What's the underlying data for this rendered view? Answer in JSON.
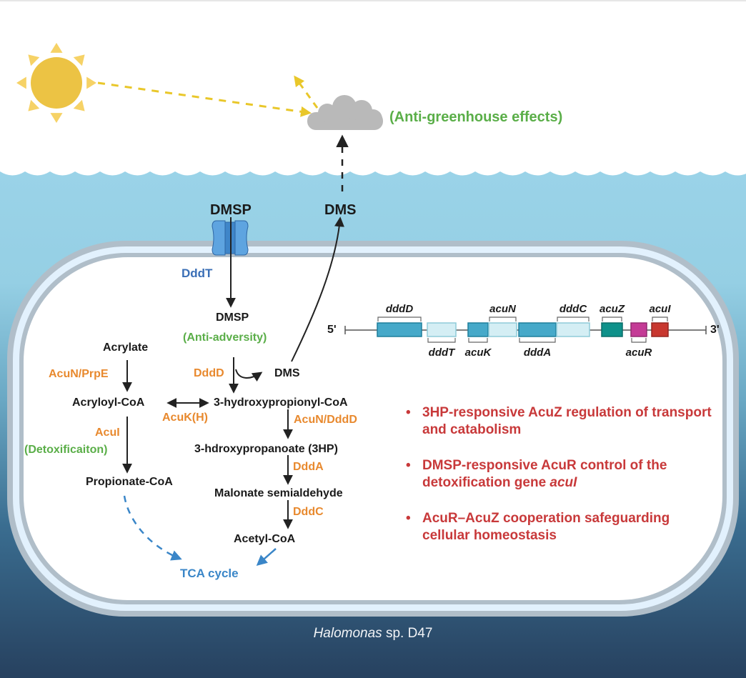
{
  "figure": {
    "organism_caption": {
      "genus": "Halomonas",
      "rest": " sp. D47"
    },
    "sky": {
      "cloud_effect_label": "(Anti-greenhouse effects)",
      "sun_icon": "sun-icon",
      "cloud_icon": "cloud-icon"
    },
    "ocean": {
      "dmsp_outside": "DMSP",
      "dms_outside": "DMS",
      "transporter_label": "DddT",
      "transporter_icon": "membrane-transporter-icon"
    },
    "pathway": {
      "dmsp_inside": "DMSP",
      "dmsp_role": "(Anti-adversity)",
      "dddD_cleavage": "DddD",
      "dms_inside": "DMS",
      "acrylate": "Acrylate",
      "acuN_prpE": "AcuN/PrpE",
      "acryloyl_coa": "Acryloyl-CoA",
      "acuK_h": "AcuK(H)",
      "hydroxypropionyl_coa": "3-hydroxypropionyl-CoA",
      "acuI": "AcuI",
      "detox_role": "(Detoxificaiton)",
      "acuN_dddD": "AcuN/DddD",
      "hp3": "3-hdroxypropanoate (3HP)",
      "propionate_coa": "Propionate-CoA",
      "dddA": "DddA",
      "malonate": "Malonate semialdehyde",
      "dddC": "DddC",
      "acetyl_coa": "Acetyl-CoA",
      "tca": "TCA cycle"
    },
    "gene_cluster": {
      "five_prime": "5'",
      "three_prime": "3'",
      "genes": [
        {
          "name": "dddD",
          "label_side": "top",
          "color": "#46a9c9",
          "border": "#1f7f9c"
        },
        {
          "name": "dddT",
          "label_side": "bottom",
          "color": "#d4eef4",
          "border": "#8fcbd9"
        },
        {
          "name": "acuK",
          "label_side": "bottom",
          "color": "#46a9c9",
          "border": "#1f7f9c"
        },
        {
          "name": "acuN",
          "label_side": "top",
          "color": "#d4eef4",
          "border": "#8fcbd9"
        },
        {
          "name": "dddA",
          "label_side": "bottom",
          "color": "#46a9c9",
          "border": "#1f7f9c"
        },
        {
          "name": "dddC",
          "label_side": "top",
          "color": "#d4eef4",
          "border": "#8fcbd9"
        },
        {
          "name": "acuZ",
          "label_side": "top",
          "color": "#0e918a",
          "border": "#0a6d68"
        },
        {
          "name": "acuR",
          "label_side": "bottom",
          "color": "#c43b96",
          "border": "#932b70"
        },
        {
          "name": "acuI",
          "label_side": "top",
          "color": "#c8372f",
          "border": "#962720"
        }
      ]
    },
    "findings": [
      {
        "text": "3HP-responsive AcuZ regulation of transport and catabolism"
      },
      {
        "text_before": "DMSP-responsive AcuR control of the detoxification gene ",
        "text_italic": "acuI"
      },
      {
        "text": "AcuR–AcuZ cooperation safeguarding cellular homeostasis"
      }
    ],
    "colors": {
      "enzyme": "#e8892e",
      "role": "#5aae48",
      "transporter": "#3b6fb6",
      "tca": "#3a86c8",
      "findings": "#c8393a",
      "sun": "#ecc344",
      "sun_rays": "#f6d266",
      "light_arrows": "#e9c72a",
      "cloud": "#b9b9b9"
    }
  }
}
